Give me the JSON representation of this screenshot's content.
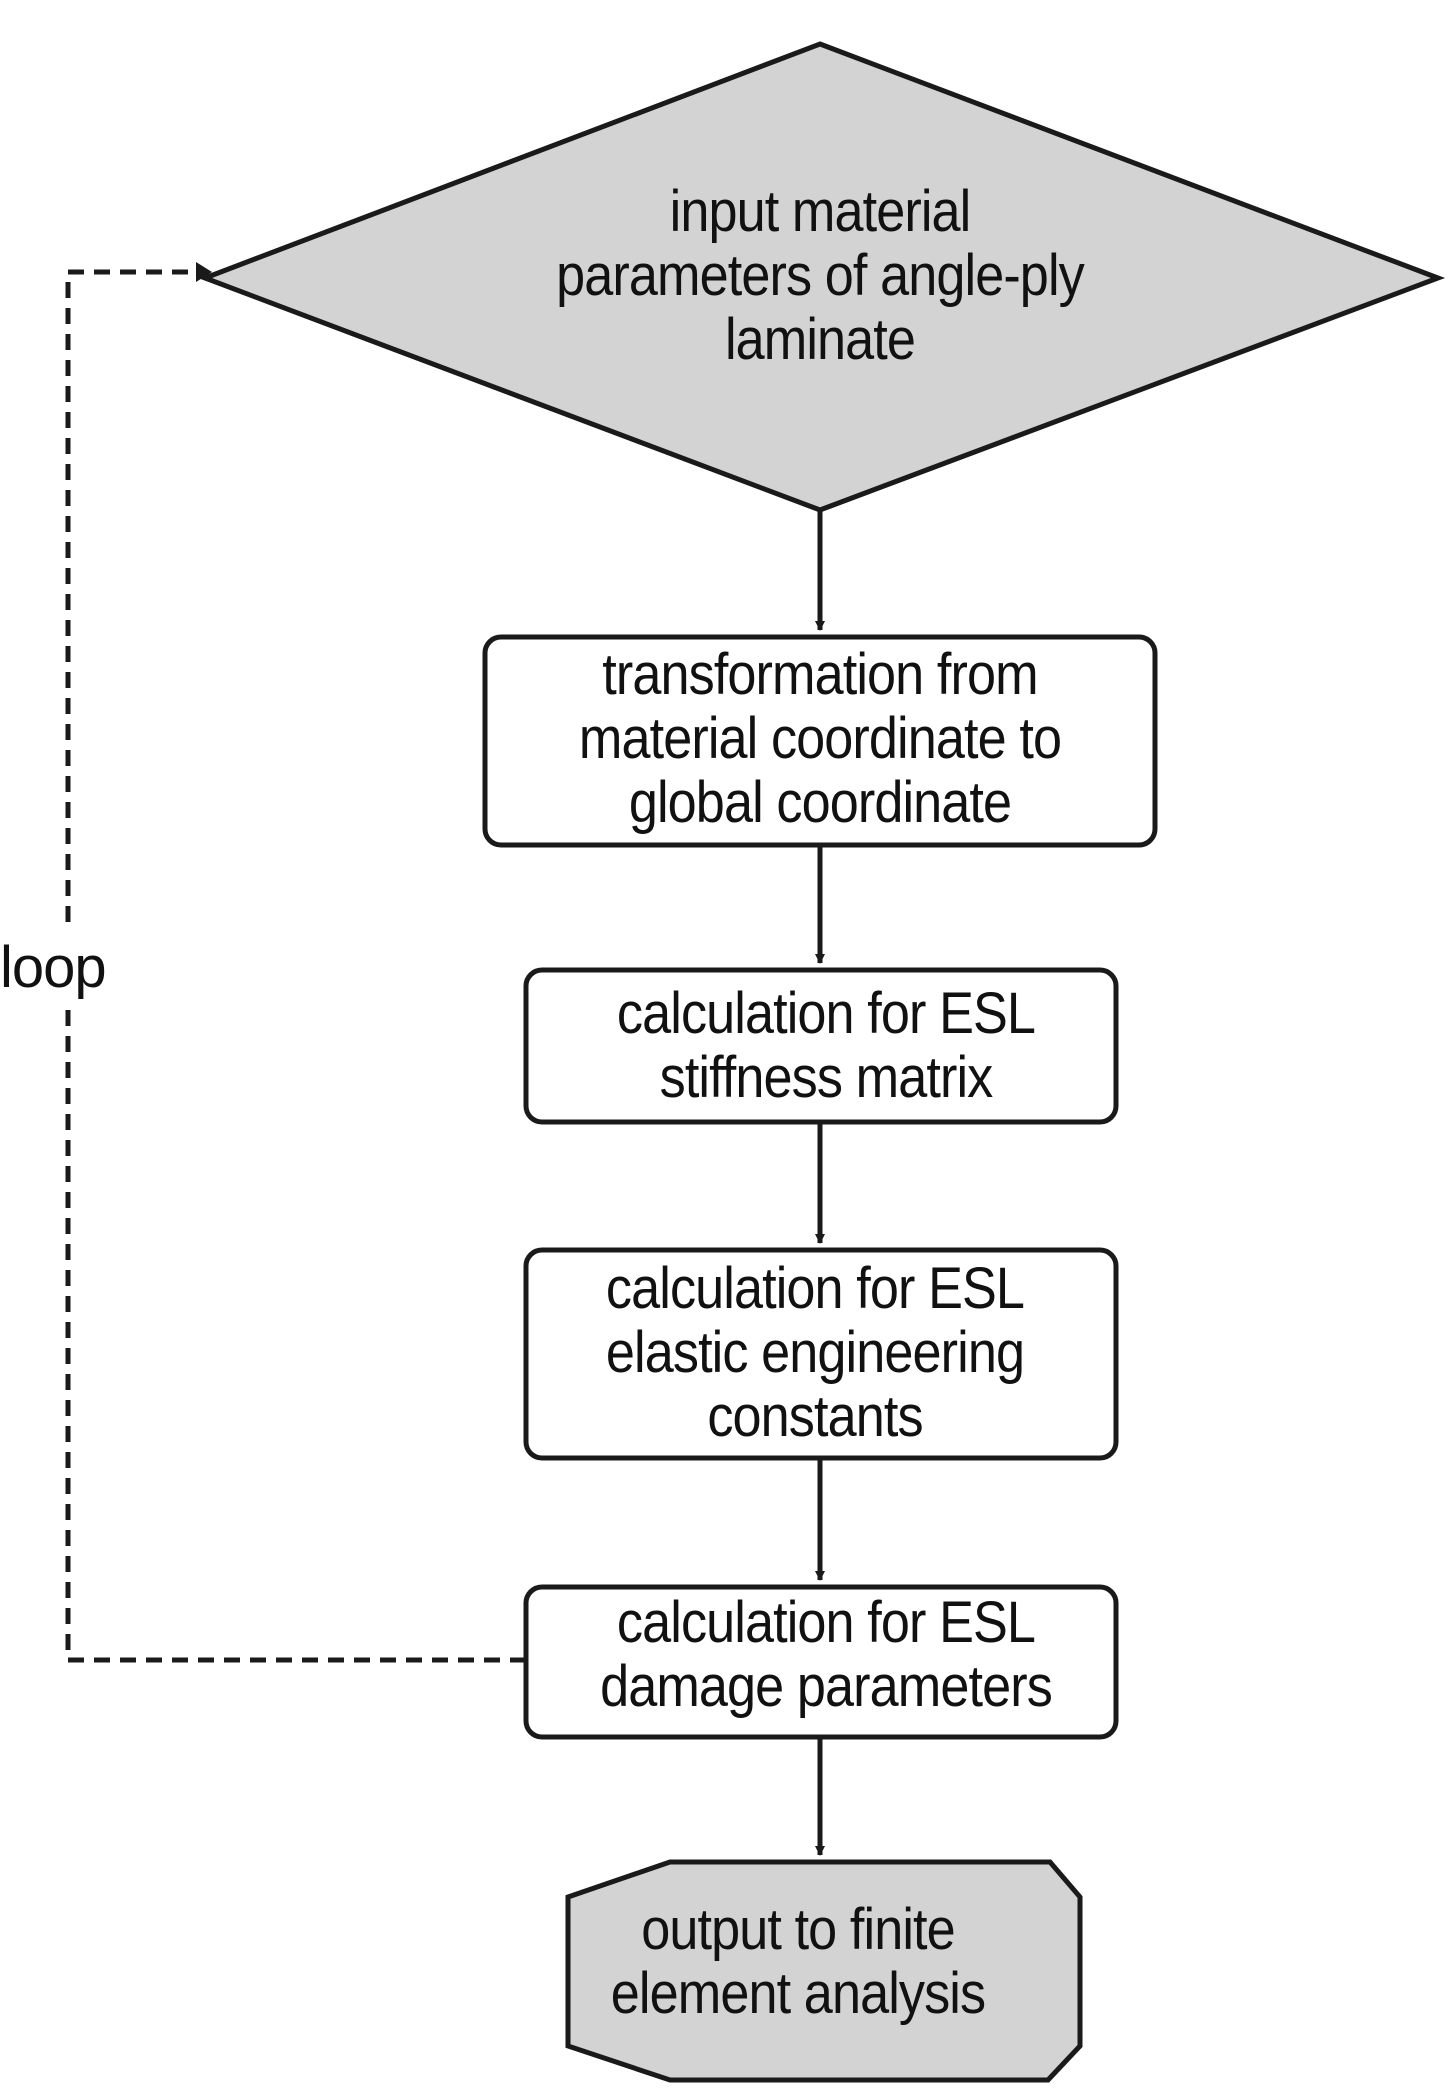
{
  "nodes": {
    "input": {
      "lines": [
        "input material",
        "parameters of angle-ply",
        "laminate"
      ]
    },
    "transform": {
      "lines": [
        "transformation from",
        "material coordinate to",
        "global coordinate"
      ]
    },
    "stiffness": {
      "lines": [
        "calculation for ESL",
        "stiffness matrix"
      ]
    },
    "elastic": {
      "lines": [
        "calculation for ESL",
        "elastic engineering",
        "constants"
      ]
    },
    "damage": {
      "lines": [
        "calculation for ESL",
        "damage parameters"
      ]
    },
    "output": {
      "lines": [
        "output to finite",
        "element analysis"
      ]
    }
  },
  "loop_label": "loop",
  "colors": {
    "fill_gray": "#d3d3d3",
    "stroke": "#1a1a1a",
    "text": "#111111"
  }
}
